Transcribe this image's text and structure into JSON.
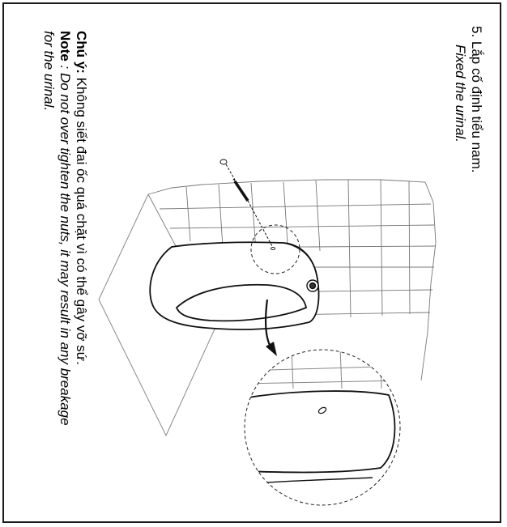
{
  "step": {
    "title": "5. Lắp cố định tiểu nam.",
    "subtitle": "Fixed the urinal."
  },
  "note": {
    "vi_label": "Chú ý:",
    "vi_text": " Không siết đai ốc quá chặt vì có thể gây vỡ sứ.",
    "en_label": "Note",
    "en_text": " : Do not over tighten the nuts, it may result in any breakage",
    "en_text_cont": "for the urinal."
  },
  "illustration": {
    "icon": "urinal-installation-drawing",
    "callout_icon": "magnified-bolt-hole-detail"
  }
}
